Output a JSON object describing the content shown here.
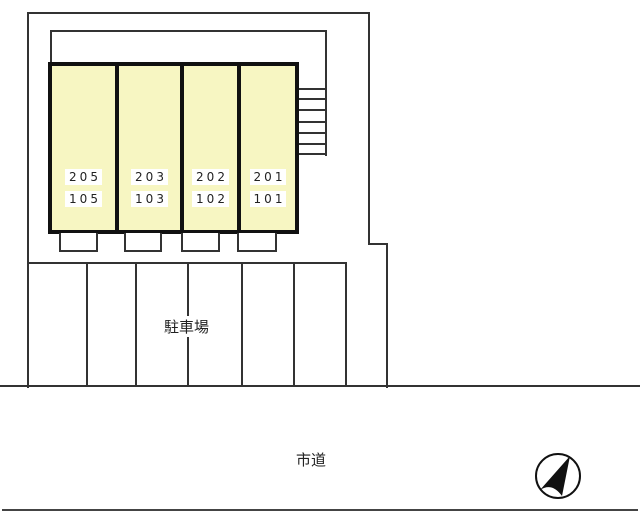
{
  "diagram": {
    "type": "site-plan",
    "building": {
      "units": [
        {
          "upper": "205",
          "lower": "105"
        },
        {
          "upper": "203",
          "lower": "103"
        },
        {
          "upper": "202",
          "lower": "102"
        },
        {
          "upper": "201",
          "lower": "101"
        }
      ],
      "fill_color": "#f7f6c2",
      "border_color": "#111111"
    },
    "parking": {
      "label": "駐車場",
      "spaces": 6
    },
    "road": {
      "label": "市道"
    },
    "compass": {
      "icon": "north-arrow-icon"
    },
    "stairs": {
      "steps": 6
    }
  }
}
